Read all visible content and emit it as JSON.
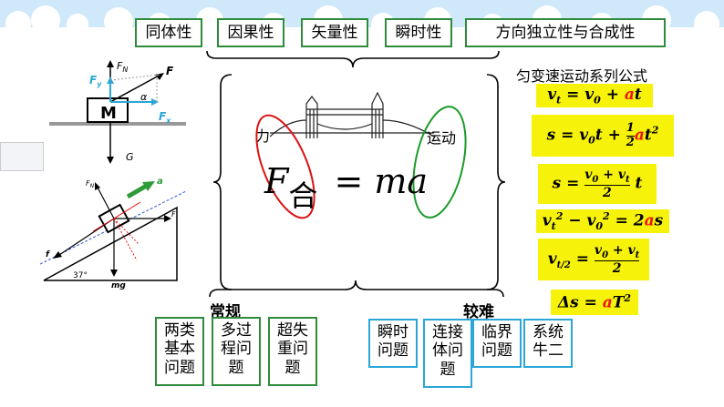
{
  "properties": [
    "同体性",
    "因果性",
    "矢量性",
    "瞬时性",
    "方向独立性与合成性"
  ],
  "formula_title": "匀变速运动系列公式",
  "center": {
    "left_label": "力",
    "right_label": "运动",
    "equation": "F合 = ma",
    "F": "F",
    "he": "合",
    "rhs": "= ma"
  },
  "bottom": {
    "normal_label": "常规",
    "hard_label": "较难",
    "normal_items": [
      [
        "两类",
        "基本",
        "问题"
      ],
      [
        "多过",
        "程问",
        "题"
      ],
      [
        "超失",
        "重问",
        "题"
      ]
    ],
    "hard_items": [
      [
        "瞬时",
        "问题"
      ],
      [
        "连接",
        "体问",
        "题"
      ],
      [
        "临界",
        "问题"
      ],
      [
        "系统",
        "牛二"
      ]
    ]
  },
  "diagram1": {
    "block": "M",
    "alpha": "α",
    "labels": [
      "FN",
      "F",
      "Fy",
      "Fx",
      "G"
    ]
  },
  "diagram2": {
    "angle": "37°",
    "accel": "a",
    "labels": [
      "FN",
      "f",
      "mg",
      "F"
    ]
  },
  "colors": {
    "green_border": "#2e8b3a",
    "blue_border": "#2aa7d6",
    "highlight": "#f7f20a",
    "accent_red": "#e11111"
  }
}
